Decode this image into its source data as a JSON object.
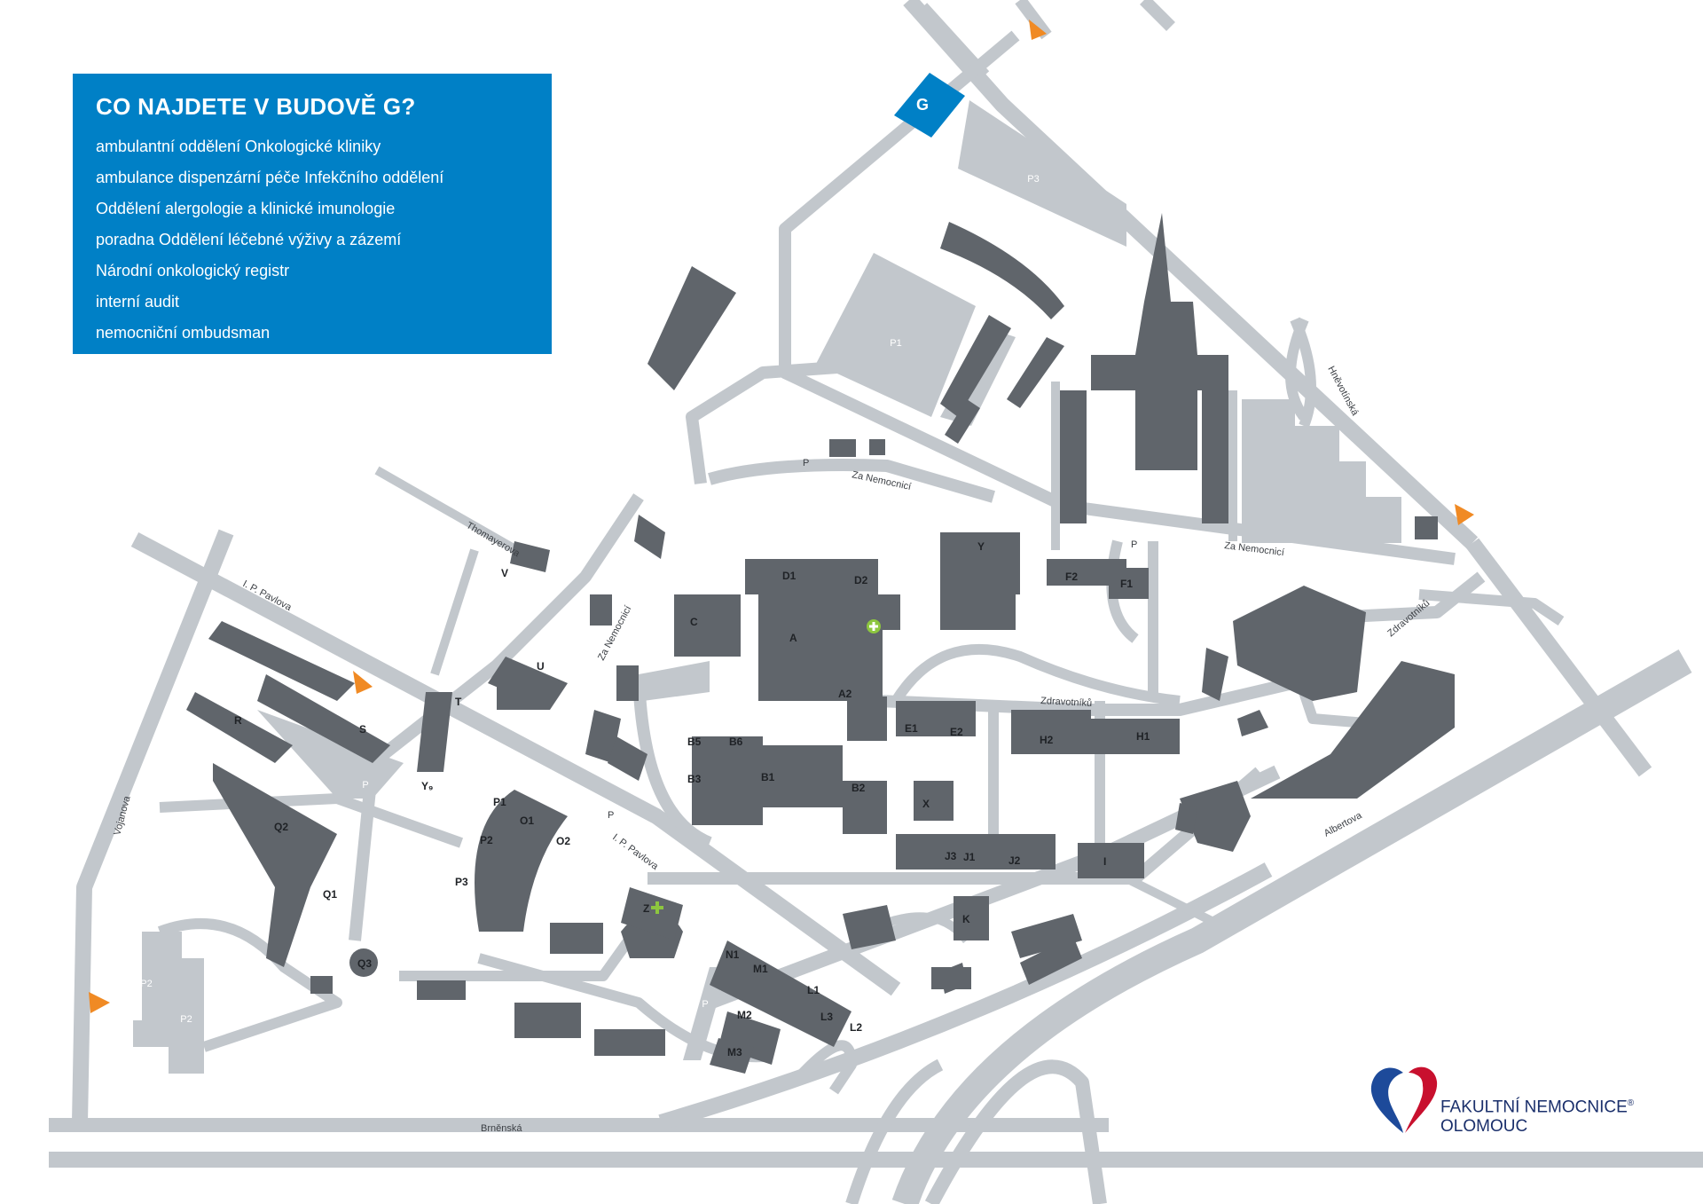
{
  "info_panel": {
    "title": "CO NAJDETE V BUDOVĚ G?",
    "items": [
      "ambulantní oddělení Onkologické kliniky",
      "ambulance dispenzární péče Infekčního oddělení",
      "Oddělení alergologie a klinické imunologie",
      "poradna Oddělení léčebné výživy a zázemí",
      "Národní onkologický registr",
      "interní audit",
      "nemocniční ombudsman"
    ]
  },
  "highlighted_building": {
    "label": "G",
    "color": "#0080c6"
  },
  "streets": {
    "za_nemocnici_1": "Za Nemocnicí",
    "za_nemocnici_2": "Za Nemocnicí",
    "za_nemocnici_3": "Za Nemocnicí",
    "hnevotinska": "Hněvotínská",
    "zdravotniku_1": "Zdravotníků",
    "zdravotniku_2": "Zdravotníků",
    "albertova": "Albertova",
    "brnenska": "Brněnská",
    "vojanova": "Vojanova",
    "ip_pavlova_1": "I. P. Pavlova",
    "ip_pavlova_2": "I. P. Pavlova",
    "thomayerova": "Thomayerova"
  },
  "parking": {
    "p1": "P1",
    "p2a": "P2",
    "p2b": "P2",
    "p3a": "P3",
    "p_za_nemocnici_1": "P",
    "p_za_nemocnici_2": "P",
    "p_pavlova": "P",
    "p_south": "P",
    "p_left": "P"
  },
  "buildings": {
    "A": "A",
    "A2": "A2",
    "B1": "B1",
    "B2": "B2",
    "B3": "B3",
    "B5": "B5",
    "B6": "B6",
    "C": "C",
    "D1": "D1",
    "D2": "D2",
    "E1": "E1",
    "E2": "E2",
    "F1": "F1",
    "F2": "F2",
    "H1": "H1",
    "H2": "H2",
    "I": "I",
    "J1": "J1",
    "J2": "J2",
    "J3": "J3",
    "K": "K",
    "L1": "L1",
    "L2": "L2",
    "L3": "L3",
    "M1": "M1",
    "M2": "M2",
    "M3": "M3",
    "N1": "N1",
    "O1": "O1",
    "O2": "O2",
    "P1b": "P1",
    "P2b": "P2",
    "P3b": "P3",
    "Q1": "Q1",
    "Q2": "Q2",
    "Q3": "Q3",
    "R": "R",
    "S": "S",
    "T": "T",
    "U": "U",
    "V": "V",
    "X": "X",
    "Y": "Y",
    "Y9": "Y₉",
    "Z": "Z"
  },
  "logo": {
    "line1": "FAKULTNÍ NEMOCNICE",
    "mark": "®",
    "line2": "OLOMOUC",
    "colors": {
      "blue": "#1d4a9a",
      "red": "#c8102e"
    }
  },
  "colors": {
    "building": "#60656b",
    "road": "#c2c7cc",
    "panel": "#0080c6",
    "entrance_arrow": "#f08a24",
    "pharmacy_cross": "#8dc63f"
  }
}
